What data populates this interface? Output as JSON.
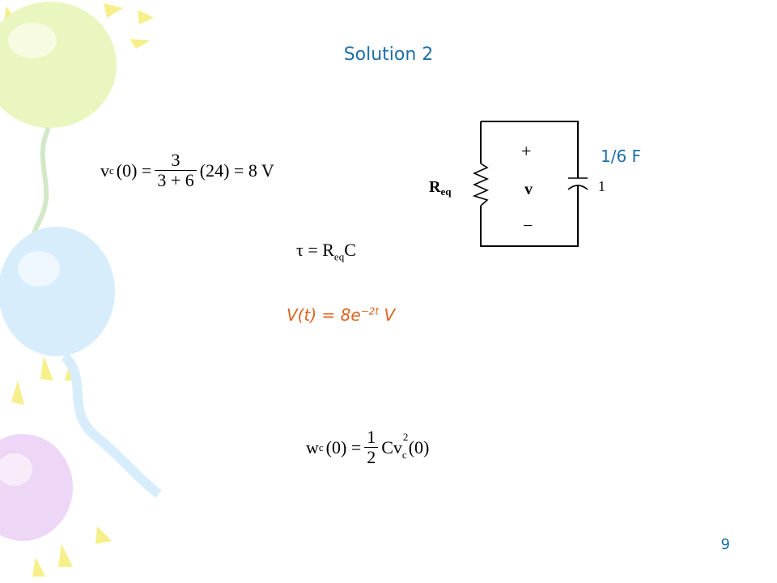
{
  "slide": {
    "title": "Solution 2",
    "page_number": "9"
  },
  "circuit": {
    "resistor_label_main": "R",
    "resistor_label_sub": "eq",
    "plus": "+",
    "minus": "−",
    "voltage": "v",
    "capacitor_value": "1/6 F",
    "clipped_char": "1"
  },
  "equations": {
    "vc0_lhs": "v",
    "vc0_sub": "c",
    "vc0_arg": "(0) =",
    "vc0_num": "3",
    "vc0_den": "3 + 6",
    "vc0_rest": "(24) = 8 V",
    "tau_lhs": "τ = R",
    "tau_sub": "eq",
    "tau_rhs": "C",
    "vt_main": "V(t) = 8e",
    "vt_exp": "−2t",
    "vt_unit": " V",
    "wc_lhs": "w",
    "wc_sub": "c",
    "wc_arg": "(0) =",
    "wc_num": "1",
    "wc_den": "2",
    "wc_C": "Cv",
    "wc_sup": "2",
    "wc_vsub": "c",
    "wc_end": "(0)"
  },
  "colors": {
    "title": "#1f6fa3",
    "highlight": "#e0621d",
    "balloon_green": "#e6f5b8",
    "balloon_blue": "#d6ecfb",
    "balloon_purple": "#ecd3f5",
    "sun_yellow": "#f6ef8a"
  }
}
